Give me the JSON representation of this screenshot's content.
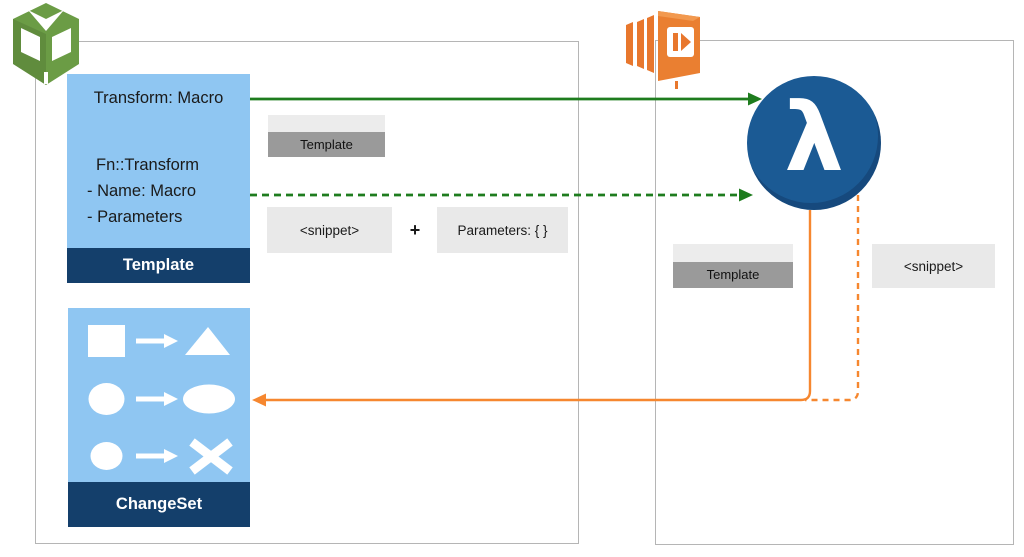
{
  "colors": {
    "light_blue": "#8FC6F2",
    "navy": "#143F6B",
    "lambda_blue": "#1B5A94",
    "green": "#1E7C1E",
    "orange": "#F6872F",
    "box_gray": "#E9E9E9",
    "band_gray": "#9A9A9A",
    "border_gray": "#B5B5B5",
    "cfn_green": "#6B9C45",
    "aws_orange": "#E87D2E"
  },
  "icons": {
    "cloudformation": "cloudformation-icon",
    "lambda_service": "lambda-service-icon",
    "lambda_function": "lambda-function-icon"
  },
  "left_panel": {
    "template_box": {
      "transform_line": "Transform: Macro",
      "fn_line1": "Fn::Transform",
      "fn_line2": "- Name: Macro",
      "fn_line3": "- Parameters",
      "footer": "Template"
    },
    "template_artifact_label": "Template",
    "snippet_label": "<snippet>",
    "plus": "+",
    "parameters_label": "Parameters: { }",
    "changeset_box": {
      "footer": "ChangeSet"
    }
  },
  "right_panel": {
    "template_artifact_label": "Template",
    "snippet_label": "<snippet>",
    "lambda_symbol": "λ"
  }
}
